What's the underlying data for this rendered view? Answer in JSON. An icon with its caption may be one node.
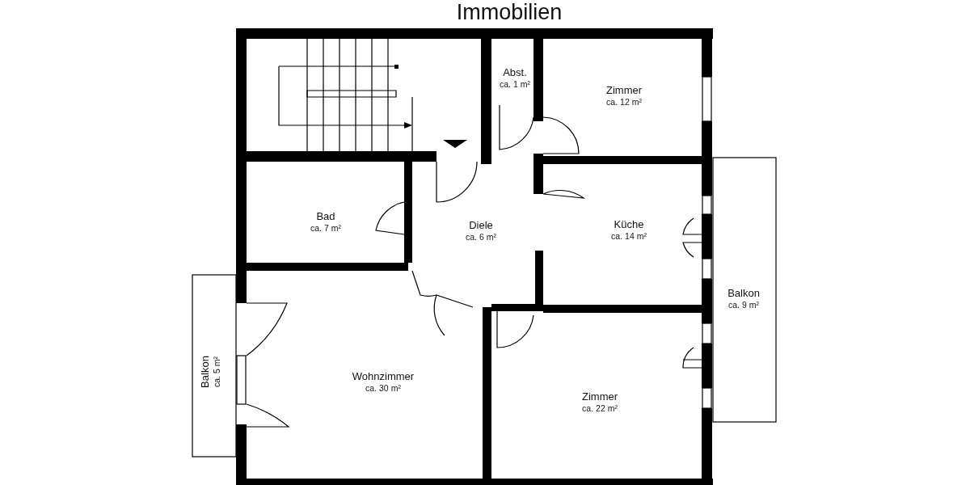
{
  "diagram": {
    "title": "Immobilien",
    "nodes": [
      {
        "text": [
          "Abst.",
          "ca. 1 m²"
        ]
      },
      {
        "text": [
          "Zimmer",
          "ca. 12 m²"
        ]
      },
      {
        "text": [
          "Bad",
          "ca. 7 m²"
        ]
      },
      {
        "text": [
          "Diele",
          "ca. 6 m²"
        ]
      },
      {
        "text": [
          "Küche",
          "ca. 14 m²"
        ]
      },
      {
        "text": [
          "Balkon",
          "ca. 9 m²"
        ]
      },
      {
        "text": [
          "Balkon",
          "ca. 5 m²"
        ]
      },
      {
        "text": [
          "Wohnzimmer",
          "ca. 30 m²"
        ]
      },
      {
        "text": [
          "Zimmer",
          "ca. 22 m²"
        ]
      }
    ]
  }
}
